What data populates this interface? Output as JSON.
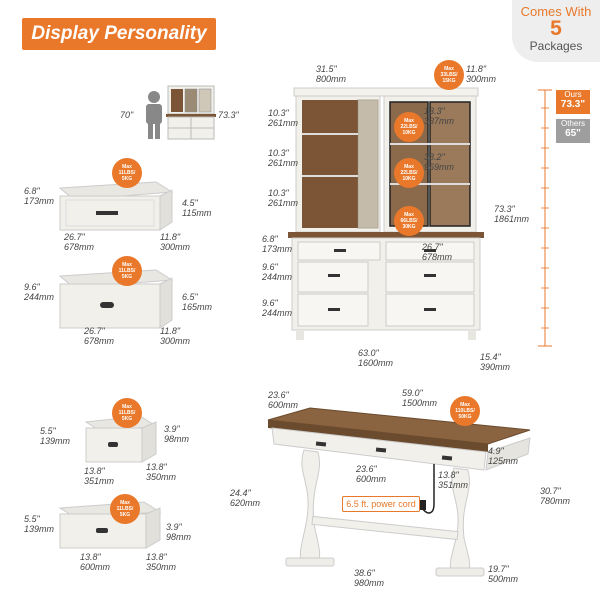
{
  "header": {
    "title": "Display Personality",
    "packages_line1": "Comes With",
    "packages_count": "5",
    "packages_line3": "Packages"
  },
  "height_compare": {
    "ours_label": "Ours",
    "ours_value": "73.3\"",
    "others_label": "Others",
    "others_value": "65\""
  },
  "scale_figure": {
    "person_height": "70\"",
    "cabinet_height": "73.3\""
  },
  "hutch": {
    "top_width": {
      "in": "31.5\"",
      "mm": "800mm"
    },
    "side_depth": {
      "in": "11.8\"",
      "mm": "300mm"
    },
    "shelf1": {
      "in": "10.3\"",
      "mm": "261mm"
    },
    "shelf2": {
      "in": "10.3\"",
      "mm": "261mm"
    },
    "shelf3": {
      "in": "10.3\"",
      "mm": "261mm"
    },
    "glass_width": {
      "in": "13.3\"",
      "mm": "337mm"
    },
    "glass_height": {
      "in": "38.2\"",
      "mm": "969mm"
    },
    "total_height": {
      "in": "73.3\"",
      "mm": "1861mm"
    },
    "drawer_top": {
      "in": "6.8\"",
      "mm": "173mm"
    },
    "drawer_mid": {
      "in": "9.6\"",
      "mm": "244mm"
    },
    "drawer_bot": {
      "in": "9.6\"",
      "mm": "244mm"
    },
    "right_drawer_width": {
      "in": "26.7\"",
      "mm": "678mm"
    },
    "base_width": {
      "in": "63.0\"",
      "mm": "1600mm"
    },
    "base_depth": {
      "in": "15.4\"",
      "mm": "390mm"
    },
    "badge_top": "Max 33LBS/ 15KG",
    "badge_shelf": "Max 22LBS/ 10KG",
    "badge_shelf2": "Max 22LBS/ 10KG",
    "badge_counter": "Max 66LBS/ 30KG"
  },
  "drawer_a": {
    "height": {
      "in": "6.8\"",
      "mm": "173mm"
    },
    "inner_height": {
      "in": "4.5\"",
      "mm": "115mm"
    },
    "width": {
      "in": "26.7\"",
      "mm": "678mm"
    },
    "depth": {
      "in": "11.8\"",
      "mm": "300mm"
    },
    "badge": "Max 11LBS/ 5KG"
  },
  "drawer_b": {
    "height": {
      "in": "9.6\"",
      "mm": "244mm"
    },
    "inner_height": {
      "in": "6.5\"",
      "mm": "165mm"
    },
    "width": {
      "in": "26.7\"",
      "mm": "678mm"
    },
    "depth": {
      "in": "11.8\"",
      "mm": "300mm"
    },
    "badge": "Max 11LBS/ 5KG"
  },
  "drawer_c": {
    "height": {
      "in": "5.5\"",
      "mm": "139mm"
    },
    "inner_height": {
      "in": "3.9\"",
      "mm": "98mm"
    },
    "width": {
      "in": "13.8\"",
      "mm": "351mm"
    },
    "depth": {
      "in": "13.8\"",
      "mm": "350mm"
    },
    "badge": "Max 11LBS/ 5KG"
  },
  "drawer_d": {
    "height": {
      "in": "5.5\"",
      "mm": "139mm"
    },
    "inner_height": {
      "in": "3.9\"",
      "mm": "98mm"
    },
    "width": {
      "in": "13.8\"",
      "mm": "600mm"
    },
    "depth": {
      "in": "13.8\"",
      "mm": "350mm"
    },
    "badge": "Max 11LBS/ 5KG"
  },
  "table": {
    "depth": {
      "in": "23.6\"",
      "mm": "600mm"
    },
    "length": {
      "in": "59.0\"",
      "mm": "1500mm"
    },
    "apron": {
      "in": "4.9\"",
      "mm": "125mm"
    },
    "center_drawer": {
      "in": "23.6\"",
      "mm": "600mm"
    },
    "side_drawer": {
      "in": "13.8\"",
      "mm": "351mm"
    },
    "leg_height": {
      "in": "24.4\"",
      "mm": "620mm"
    },
    "total_height": {
      "in": "30.7\"",
      "mm": "780mm"
    },
    "foot_span": {
      "in": "38.6\"",
      "mm": "980mm"
    },
    "foot_depth": {
      "in": "19.7\"",
      "mm": "500mm"
    },
    "cord": "6.5 ft. power cord",
    "badge": "Max 110LBS/ 50KG"
  },
  "colors": {
    "accent": "#e9782b",
    "wood": "#7b5535",
    "white_wood": "#f2f0ea"
  }
}
